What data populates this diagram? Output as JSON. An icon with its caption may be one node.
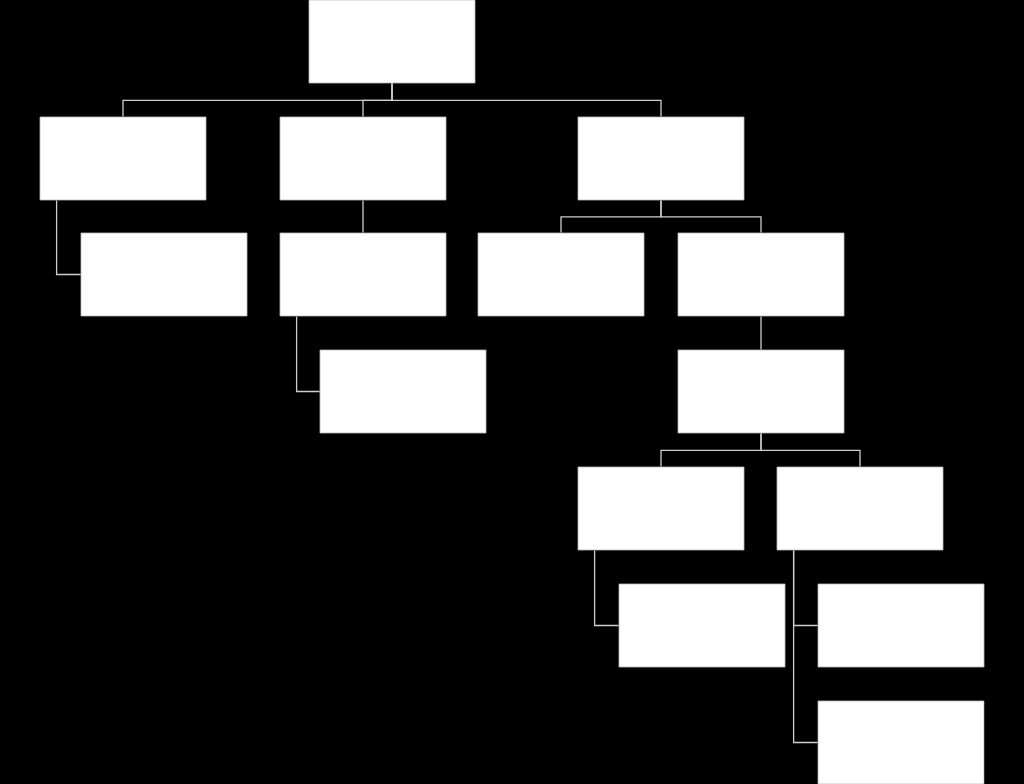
{
  "diagram": {
    "nodes": [
      {
        "text": [],
        "shape": "box"
      },
      {
        "text": [],
        "shape": "box"
      },
      {
        "text": [],
        "shape": "box"
      },
      {
        "text": [],
        "shape": "box"
      },
      {
        "text": [],
        "shape": "box"
      },
      {
        "text": [],
        "shape": "box"
      },
      {
        "text": [],
        "shape": "box"
      },
      {
        "text": [],
        "shape": "box"
      },
      {
        "text": [],
        "shape": "box"
      },
      {
        "text": [],
        "shape": "box"
      },
      {
        "text": [],
        "shape": "box"
      },
      {
        "text": [],
        "shape": "box"
      },
      {
        "text": [],
        "shape": "box"
      },
      {
        "text": [],
        "shape": "box"
      },
      {
        "text": [],
        "shape": "box"
      }
    ],
    "edges": [
      {
        "from": 0,
        "to": 1,
        "arrow": "none"
      },
      {
        "from": 0,
        "to": 2,
        "arrow": "none"
      },
      {
        "from": 0,
        "to": 3,
        "arrow": "none"
      },
      {
        "from": 1,
        "to": 4,
        "arrow": "none"
      },
      {
        "from": 2,
        "to": 5,
        "arrow": "none"
      },
      {
        "from": 3,
        "to": 6,
        "arrow": "none"
      },
      {
        "from": 3,
        "to": 7,
        "arrow": "none"
      },
      {
        "from": 5,
        "to": 8,
        "arrow": "none"
      },
      {
        "from": 7,
        "to": 9,
        "arrow": "none"
      },
      {
        "from": 9,
        "to": 10,
        "arrow": "none"
      },
      {
        "from": 9,
        "to": 11,
        "arrow": "none"
      },
      {
        "from": 10,
        "to": 12,
        "arrow": "none"
      },
      {
        "from": 11,
        "to": 13,
        "arrow": "none"
      },
      {
        "from": 11,
        "to": 14,
        "arrow": "none"
      }
    ]
  }
}
